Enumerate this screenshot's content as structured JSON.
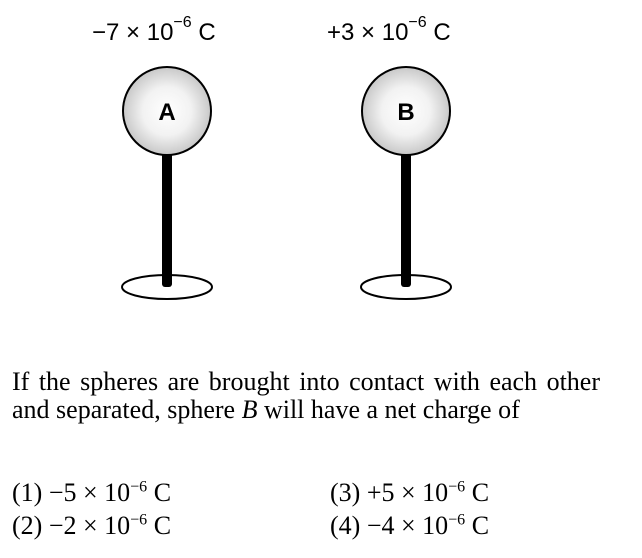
{
  "spheres": [
    {
      "letter": "A",
      "charge_base": "−7 × 10",
      "charge_exp": "−6",
      "charge_unit": " C"
    },
    {
      "letter": "B",
      "charge_base": "+3 × 10",
      "charge_exp": "−6",
      "charge_unit": " C"
    }
  ],
  "question": {
    "part1": "If the spheres are brought into contact with each other and separated, sphere ",
    "sphere": "B",
    "part2": " will have a net charge of"
  },
  "options": [
    {
      "num": "(1)",
      "base": "−5 × 10",
      "exp": "−6",
      "unit": " C"
    },
    {
      "num": "(2)",
      "base": "−2 × 10",
      "exp": "−6",
      "unit": " C"
    },
    {
      "num": "(3)",
      "base": "+5 × 10",
      "exp": "−6",
      "unit": " C"
    },
    {
      "num": "(4)",
      "base": "−4 × 10",
      "exp": "−6",
      "unit": " C"
    }
  ]
}
